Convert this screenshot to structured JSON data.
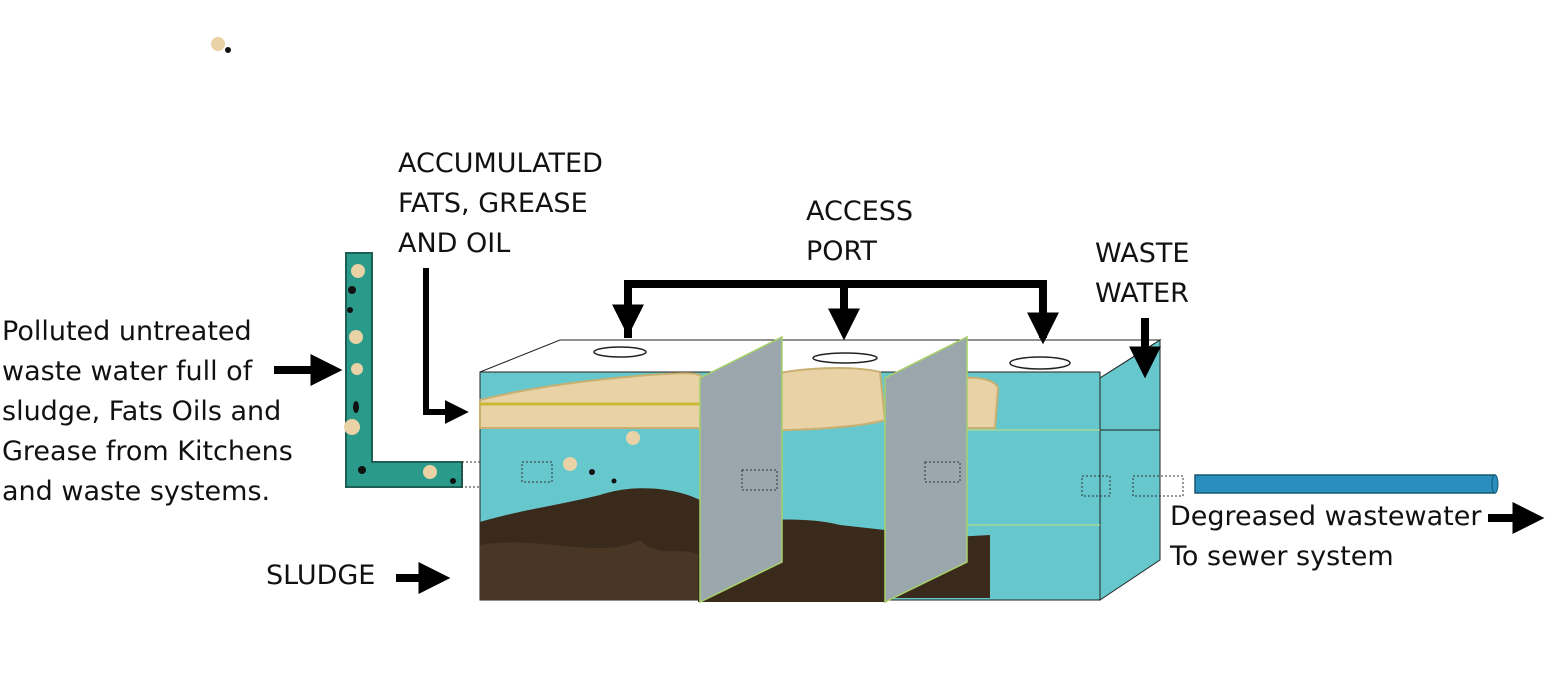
{
  "labels": {
    "inflow": [
      "Polluted untreated",
      "waste water full of",
      "sludge, Fats Oils and",
      "Grease from Kitchens",
      "and waste systems."
    ],
    "fog": [
      "ACCUMULATED",
      "FATS, GREASE",
      "AND OIL"
    ],
    "access_port": [
      "ACCESS",
      "PORT"
    ],
    "waste_water": [
      "WASTE",
      "WATER"
    ],
    "sludge": "SLUDGE",
    "outflow": [
      "Degreased wastewater",
      "To sewer system"
    ]
  },
  "colors": {
    "water": "#66c8cc",
    "pipe_outlet": "#2a8fbf",
    "inlet_pipe": "#2a9a8a",
    "fog_layer": "#e8d2a6",
    "sludge": "#3a2a1c",
    "baffle": "#9aa7ad",
    "arrow": "#000000"
  }
}
